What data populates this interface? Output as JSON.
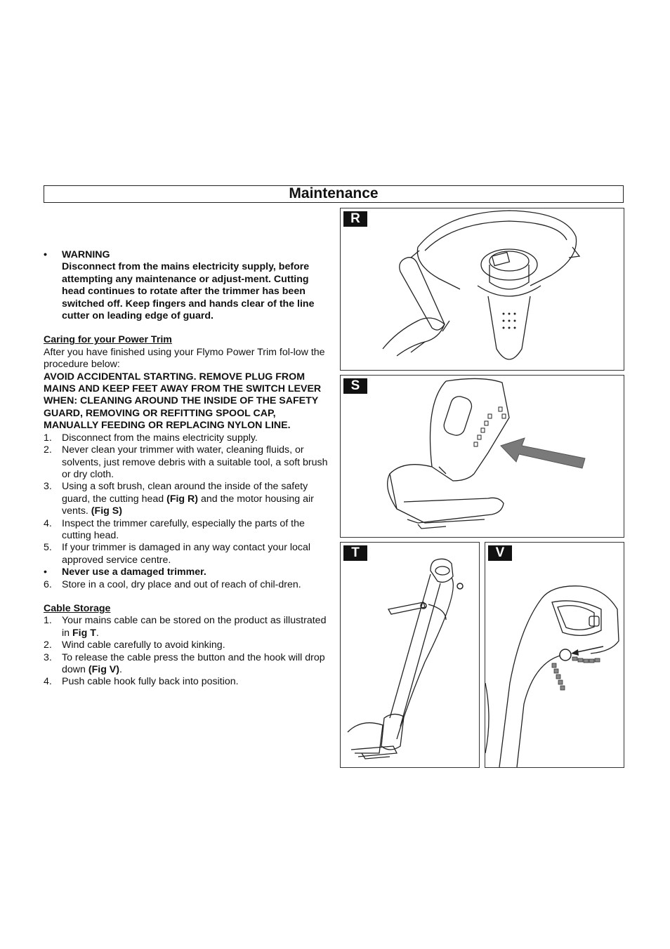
{
  "title": "Maintenance",
  "warning": {
    "bullet": "•",
    "heading": "WARNING",
    "text": "Disconnect from the mains electricity supply, before attempting any maintenance or adjust-ment. Cutting head continues to rotate after the trimmer has been switched off. Keep fingers and hands clear of the line cutter on leading edge of guard."
  },
  "caring": {
    "heading": "Caring for your Power Trim",
    "intro": "After you have finished using your Flymo Power Trim fol-low the procedure below:",
    "caution": "AVOID ACCIDENTAL STARTING. REMOVE PLUG FROM MAINS AND KEEP FEET AWAY FROM THE SWITCH LEVER WHEN: CLEANING AROUND THE INSIDE OF THE SAFETY GUARD, REMOVING OR REFITTING SPOOL CAP, MANUALLY FEEDING OR REPLACING NYLON LINE.",
    "steps": [
      {
        "n": "1.",
        "text": "Disconnect from the mains electricity supply."
      },
      {
        "n": "2.",
        "text": "Never clean your trimmer with water, cleaning fluids, or solvents, just remove debris with a suitable tool, a soft brush or dry cloth."
      },
      {
        "n": "3.",
        "pre": "Using a soft brush, clean around the inside of the safety guard, the cutting head ",
        "b1": "(Fig R)",
        "mid": " and the motor housing air vents. ",
        "b2": "(Fig S)"
      },
      {
        "n": "4.",
        "text": "Inspect the trimmer carefully, especially the parts of the cutting head."
      },
      {
        "n": "5.",
        "text": "If your trimmer is damaged in any way contact your local approved service centre."
      },
      {
        "n": "•",
        "text": "Never use a damaged trimmer."
      },
      {
        "n": "6.",
        "text": "Store in a cool, dry place and out of reach of chil-dren."
      }
    ]
  },
  "cable": {
    "heading": "Cable Storage",
    "steps": [
      {
        "n": "1.",
        "pre": "Your mains cable can be stored on the product as illustrated in ",
        "b1": "Fig T",
        "post": "."
      },
      {
        "n": "2.",
        "text": "Wind cable carefully to avoid kinking."
      },
      {
        "n": "3.",
        "pre": "To release the cable press the button and the hook will drop down ",
        "b1": "(Fig V)",
        "post": "."
      },
      {
        "n": "4.",
        "text": "Push cable hook fully back into position."
      }
    ]
  },
  "figures": {
    "r": "R",
    "s": "S",
    "t": "T",
    "v": "V"
  },
  "colors": {
    "arrow": "#7a7a7a",
    "line": "#222222"
  }
}
